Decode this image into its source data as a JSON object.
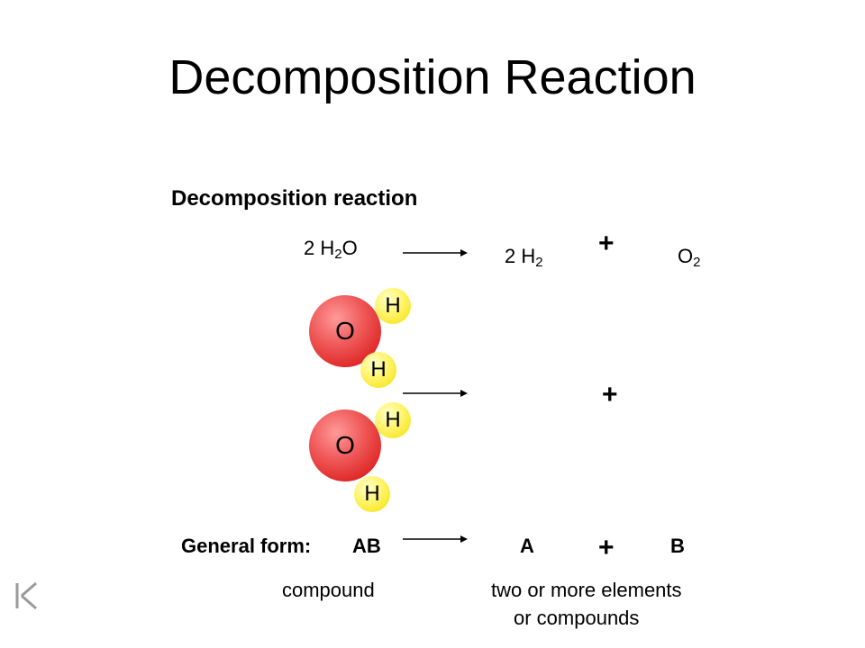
{
  "title": "Decomposition Reaction",
  "subtitle": "Decomposition reaction",
  "equation": {
    "reactant": {
      "coef": "2 H",
      "sub": "2",
      "rest": "O"
    },
    "product1": {
      "coef": "2 H",
      "sub": "2"
    },
    "plus": "+",
    "product2": {
      "base": "O",
      "sub": "2"
    }
  },
  "molecules": {
    "o_label": "O",
    "h_label": "H"
  },
  "middle_plus": "+",
  "general": {
    "label": "General form:",
    "reactant": "AB",
    "product_a": "A",
    "plus": "+",
    "product_b": "B"
  },
  "descriptions": {
    "compound": "compound",
    "elements_line1": "two or more elements",
    "elements_line2": "or compounds"
  },
  "colors": {
    "oxygen": "#e02a2a",
    "hydrogen": "#fff36a"
  },
  "icons": {
    "nav": "first-slide-icon"
  }
}
